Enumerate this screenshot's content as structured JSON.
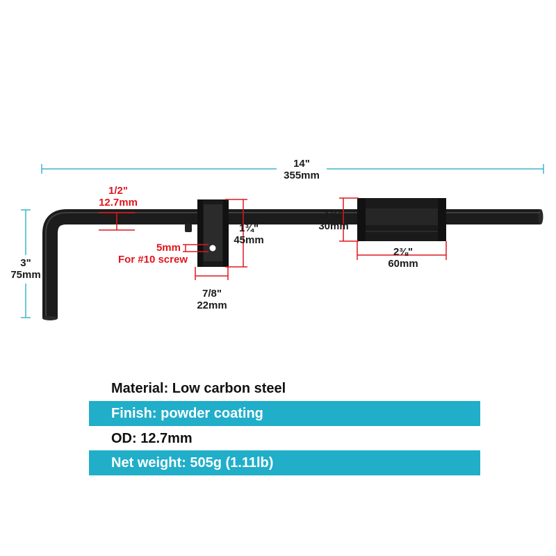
{
  "colors": {
    "dimension_teal": "#3cb6c8",
    "dimension_red": "#e0161d",
    "band_teal": "#20aec9",
    "metal_black": "#1c1c1c"
  },
  "dimensions": {
    "overall_length": {
      "inch": "14\"",
      "mm": "355mm"
    },
    "bend_height": {
      "inch": "3\"",
      "mm": "75mm"
    },
    "rod_diameter": {
      "inch": "1/2\"",
      "mm": "12.7mm"
    },
    "screw_hole": {
      "size": "5mm",
      "note": "For #10 screw"
    },
    "bracket_height": {
      "inch": "1¾\"",
      "mm": "45mm"
    },
    "bracket_width": {
      "inch": "7/8\"",
      "mm": "22mm"
    },
    "keeper_height": {
      "inch": "1⅛\"",
      "mm": "30mm"
    },
    "keeper_width": {
      "inch": "2⅜\"",
      "mm": "60mm"
    }
  },
  "specs": [
    {
      "text": "Material: Low carbon steel",
      "banded": false
    },
    {
      "text": "Finish: powder coating",
      "banded": true
    },
    {
      "text": "OD: 12.7mm",
      "banded": false
    },
    {
      "text": "Net weight: 505g (1.11lb)",
      "banded": true
    }
  ]
}
